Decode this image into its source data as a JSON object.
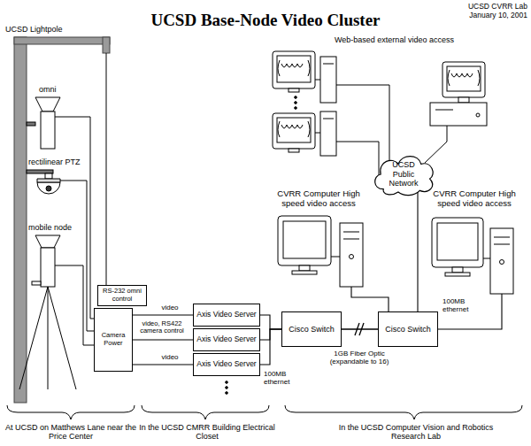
{
  "diagram": {
    "title": "UCSD Base-Node Video Cluster",
    "nodes": [
      {
        "text": [
          "RS-232 omni control"
        ]
      },
      {
        "text": [
          "Camera Power"
        ]
      },
      {
        "text": [
          "Axis Video Server"
        ]
      },
      {
        "text": [
          "Axis Video Server"
        ]
      },
      {
        "text": [
          "Axis Video Server"
        ]
      },
      {
        "text": [
          "Cisco Switch"
        ]
      },
      {
        "text": [
          "Cisco Switch"
        ]
      },
      {
        "text": [
          "CVRR Computer High speed video access"
        ]
      },
      {
        "text": [
          "CVRR Computer High speed video access"
        ]
      },
      {
        "text": [
          "UCSD Public Network"
        ]
      }
    ],
    "edges": [
      {
        "from": 1,
        "to": 2,
        "label": "video",
        "arrow": "none"
      },
      {
        "from": 1,
        "to": 3,
        "label": "video, RS422 camera control",
        "arrow": "none"
      },
      {
        "from": 1,
        "to": 4,
        "label": "video",
        "arrow": "none"
      },
      {
        "from": 2,
        "to": 5,
        "arrow": "none"
      },
      {
        "from": 3,
        "to": 5,
        "arrow": "none"
      },
      {
        "from": 4,
        "to": 5,
        "arrow": "none"
      },
      {
        "from": 5,
        "to": 6,
        "label": "1GB Fiber Optic (expandable to 16)",
        "arrow": "none"
      },
      {
        "from": 6,
        "to": 7,
        "arrow": "none"
      },
      {
        "from": 6,
        "to": 8,
        "arrow": "none"
      },
      {
        "from": 6,
        "to": 9,
        "arrow": "none"
      }
    ],
    "labels": [
      "UCSD CVRR Lab",
      "January 10, 2001",
      "UCSD Lightpole",
      "omni",
      "rectilinear PTZ",
      "mobile node",
      "100MB ethernet",
      "Web-based external video access",
      "100MB ethernet",
      "At UCSD on Matthews Lane near the Price Center",
      "In the UCSD CMRR Building Electrical Closet",
      "In the UCSD Computer Vision and Robotics Research Lab"
    ]
  }
}
